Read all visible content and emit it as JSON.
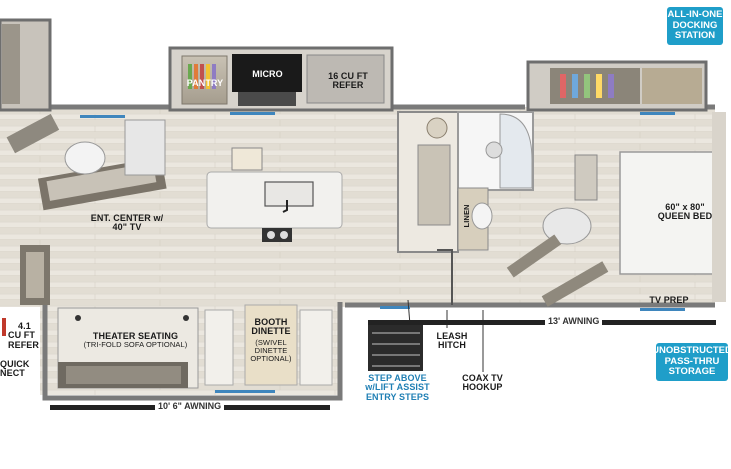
{
  "labels": {
    "pantry": "PANTRY",
    "micro": "MICRO",
    "refer_line1": "16 CU FT",
    "refer_line2": "REFER",
    "ent_center_line1": "ENT. CENTER w/",
    "ent_center_line2": "40\" TV",
    "queen_bed_line1": "60\" x 80\"",
    "queen_bed_line2": "QUEEN BED",
    "linen": "LINEN",
    "tv_prep": "TV PREP",
    "theater_seating": "THEATER SEATING",
    "theater_option": "(TRI-FOLD SOFA OPTIONAL)",
    "booth_line1": "BOOTH",
    "booth_line2": "DINETTE",
    "booth_option1": "(SWIVEL",
    "booth_option2": "DINETTE",
    "booth_option3": "OPTIONAL)",
    "small_refer_line1": "4.1",
    "small_refer_line2": "CU FT",
    "small_refer_line3": "REFER",
    "quick_line1": "QUICK",
    "quick_line2": "NECT",
    "leash_line1": "LEASH",
    "leash_line2": "HITCH",
    "coax_line1": "COAX TV",
    "coax_line2": "HOOKUP",
    "steps_line1": "STEP ABOVE",
    "steps_line2": "w/LIFT ASSIST",
    "steps_line3": "ENTRY STEPS"
  },
  "awnings": {
    "rear": "10' 6\" AWNING",
    "front": "13' AWNING"
  },
  "badges": {
    "docking": [
      "ALL-IN-ONE",
      "DOCKING",
      "STATION"
    ],
    "storage": [
      "UNOBSTRUCTED",
      "PASS-THRU",
      "STORAGE"
    ]
  },
  "colors": {
    "badge_blue": "#1f9ec9",
    "step_text_blue": "#1f7fb4",
    "floor": "#e9e5dd",
    "wall": "#8c8c8c"
  }
}
